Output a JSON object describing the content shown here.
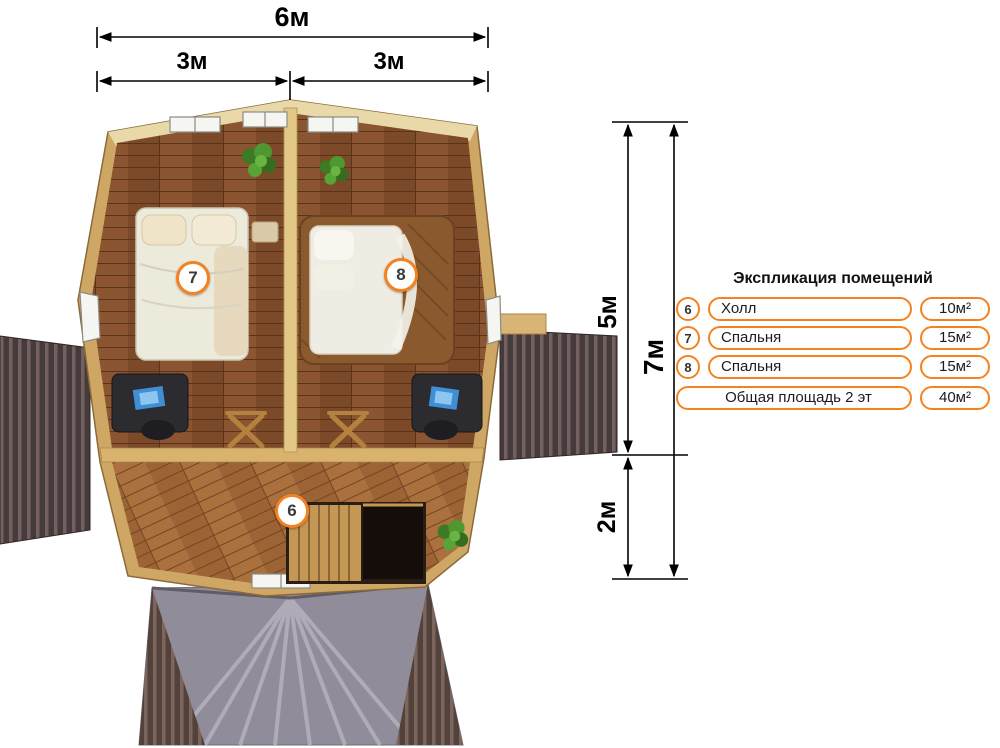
{
  "colors": {
    "accent_orange": "#f58220",
    "wall_tan": "#cfa765",
    "floor_brown": "#8a5530",
    "hall_floor": "#aa703e",
    "roof_dark": "#453a3c",
    "porch_gray": "#908c99",
    "dimension_line": "#000000"
  },
  "dimensions": {
    "top": {
      "total": "6м",
      "left": "3м",
      "right": "3м"
    },
    "side": {
      "upper": "5м",
      "total": "7м",
      "lower": "2м"
    }
  },
  "plan": {
    "badges": [
      {
        "room": "bedroom-left",
        "label": "7"
      },
      {
        "room": "bedroom-right",
        "label": "8"
      },
      {
        "room": "hall",
        "label": "6"
      }
    ]
  },
  "legend": {
    "title": "Экспликация помещений",
    "rows": [
      {
        "badge": "6",
        "name": "Холл",
        "area": "10м²"
      },
      {
        "badge": "7",
        "name": "Спальня",
        "area": "15м²"
      },
      {
        "badge": "8",
        "name": "Спальня",
        "area": "15м²"
      }
    ],
    "total": {
      "name": "Общая площадь 2 эт",
      "area": "40м²"
    }
  }
}
